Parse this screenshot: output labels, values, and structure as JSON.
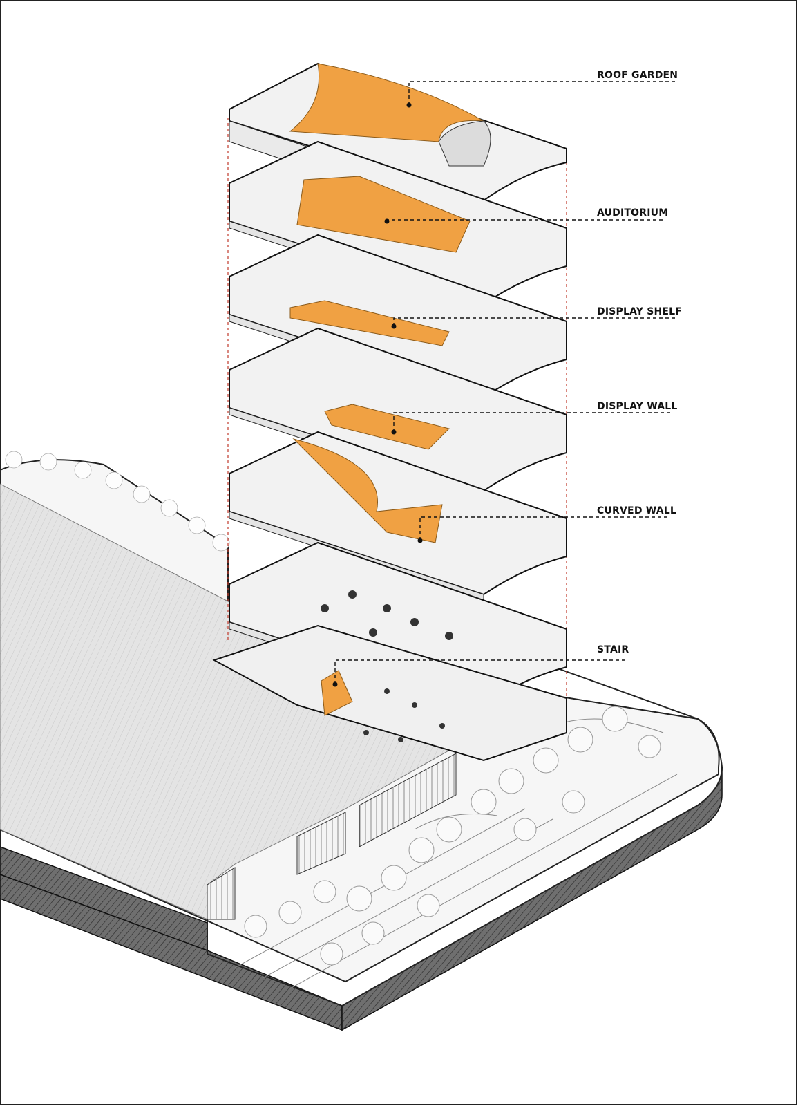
{
  "diagram": {
    "type": "exploded axonometric",
    "accent_color": "#f0a143",
    "leader_color": "#111111",
    "guide_color": "#c0392b",
    "labels": [
      {
        "id": "roof-garden",
        "text": "ROOF GARDEN"
      },
      {
        "id": "auditorium",
        "text": "AUDITORIUM"
      },
      {
        "id": "display-shelf",
        "text": "DISPLAY SHELF"
      },
      {
        "id": "display-wall",
        "text": "DISPLAY WALL"
      },
      {
        "id": "curved-wall",
        "text": "CURVED WALL"
      },
      {
        "id": "stair",
        "text": "STAIR"
      }
    ]
  }
}
